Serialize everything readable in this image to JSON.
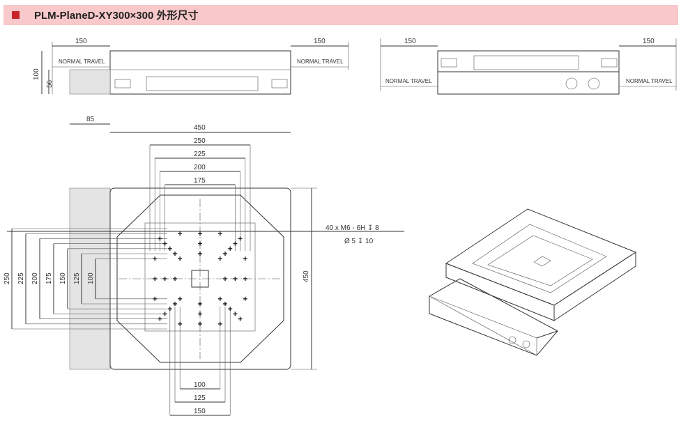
{
  "header": {
    "title": "PLM-PlaneD-XY300×300 外形尺寸",
    "accent": "#c8232c",
    "band": "#f8c8ca"
  },
  "top_left_view": {
    "dim_left": "150",
    "dim_right": "150",
    "height_total": "100",
    "height_lower": "56",
    "travel_left": "NORMAL TRAVEL",
    "travel_right": "NORMAL TRAVEL"
  },
  "top_right_view": {
    "dim_left": "150",
    "dim_right": "150",
    "travel_left": "NORMAL TRAVEL",
    "travel_right": "NORMAL TRAVEL"
  },
  "plan_view": {
    "top_dims": [
      "85",
      "450",
      "250",
      "225",
      "200",
      "175"
    ],
    "left_dims": [
      "250",
      "225",
      "200",
      "175",
      "150",
      "125",
      "100"
    ],
    "bottom_dims": [
      "100",
      "125",
      "150"
    ],
    "right_dim": "450",
    "note_line1": "40 x  M6 - 6H ↧ 8",
    "note_line2": "Ø 5 ↧ 10"
  }
}
